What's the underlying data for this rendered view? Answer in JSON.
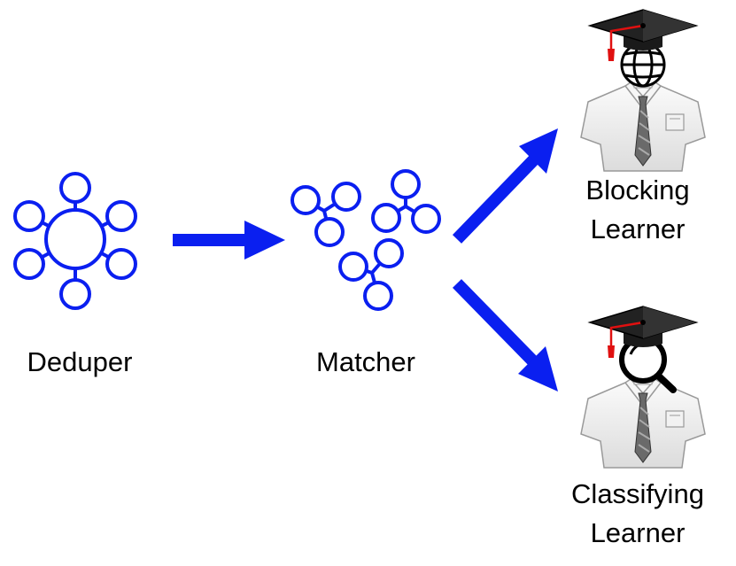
{
  "nodes": {
    "deduper": {
      "label": "Deduper",
      "icon": "hub-network-icon"
    },
    "matcher": {
      "label": "Matcher",
      "icon": "clustered-graph-icon"
    },
    "blocking_learner": {
      "label_line1": "Blocking",
      "label_line2": "Learner",
      "icon": "graduate-globe-head-icon"
    },
    "classifying_learner": {
      "label_line1": "Classifying",
      "label_line2": "Learner",
      "icon": "graduate-magnifier-head-icon"
    }
  },
  "colors": {
    "accent": "#0a1ff0",
    "cap": "#111111",
    "tassel": "#e01010",
    "shirt": "#eeeeee",
    "tie": "#666666"
  }
}
